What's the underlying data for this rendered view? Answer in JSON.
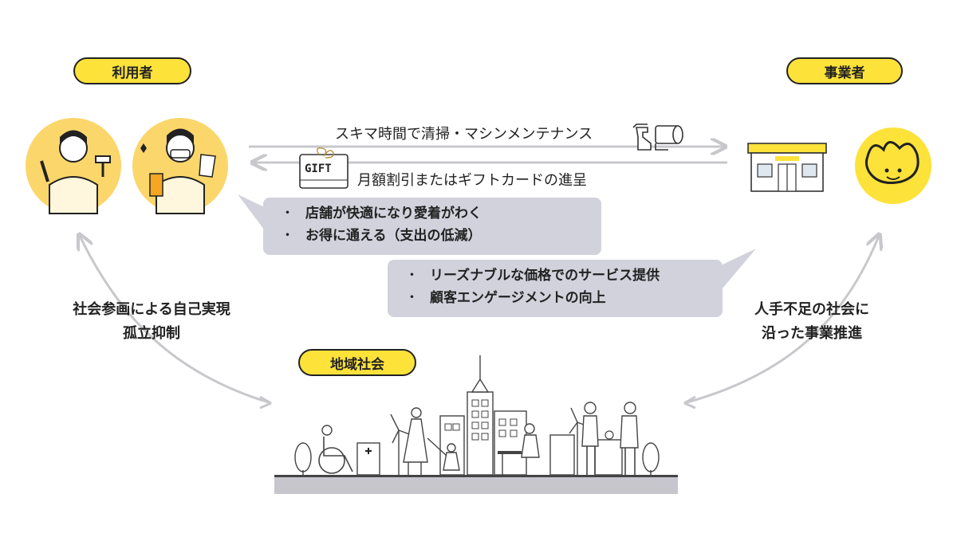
{
  "labels": {
    "user": "利用者",
    "business": "事業者",
    "community": "地域社会"
  },
  "flows": {
    "to_business": "スキマ時間で清掃・マシンメンテナンス",
    "to_user": "月額割引またはギフトカードの進呈",
    "gift_card_text": "GIFT"
  },
  "user_benefits": [
    "店舗が快適になり愛着がわく",
    "お得に通える（支出の低減）"
  ],
  "business_benefits": [
    "リーズナブルな価格でのサービス提供",
    "顧客エンゲージメントの向上"
  ],
  "left_side": {
    "line1": "社会参画による自己実現",
    "line2": "孤立抑制"
  },
  "right_side": {
    "line1": "人手不足の社会に",
    "line2": "沿った事業推進"
  },
  "icons": {
    "user_a": "person-with-tools-icon",
    "user_b": "person-with-spray-icon",
    "spray": "spray-bottle-icon",
    "paper": "paper-roll-icon",
    "gift": "gift-card-icon",
    "store": "store-icon",
    "logo": "brand-logo-icon",
    "city": "city-illustration"
  },
  "colors": {
    "accent": "#fde23a",
    "callout": "#d1d2dc",
    "arrow": "#c8c8cc"
  }
}
